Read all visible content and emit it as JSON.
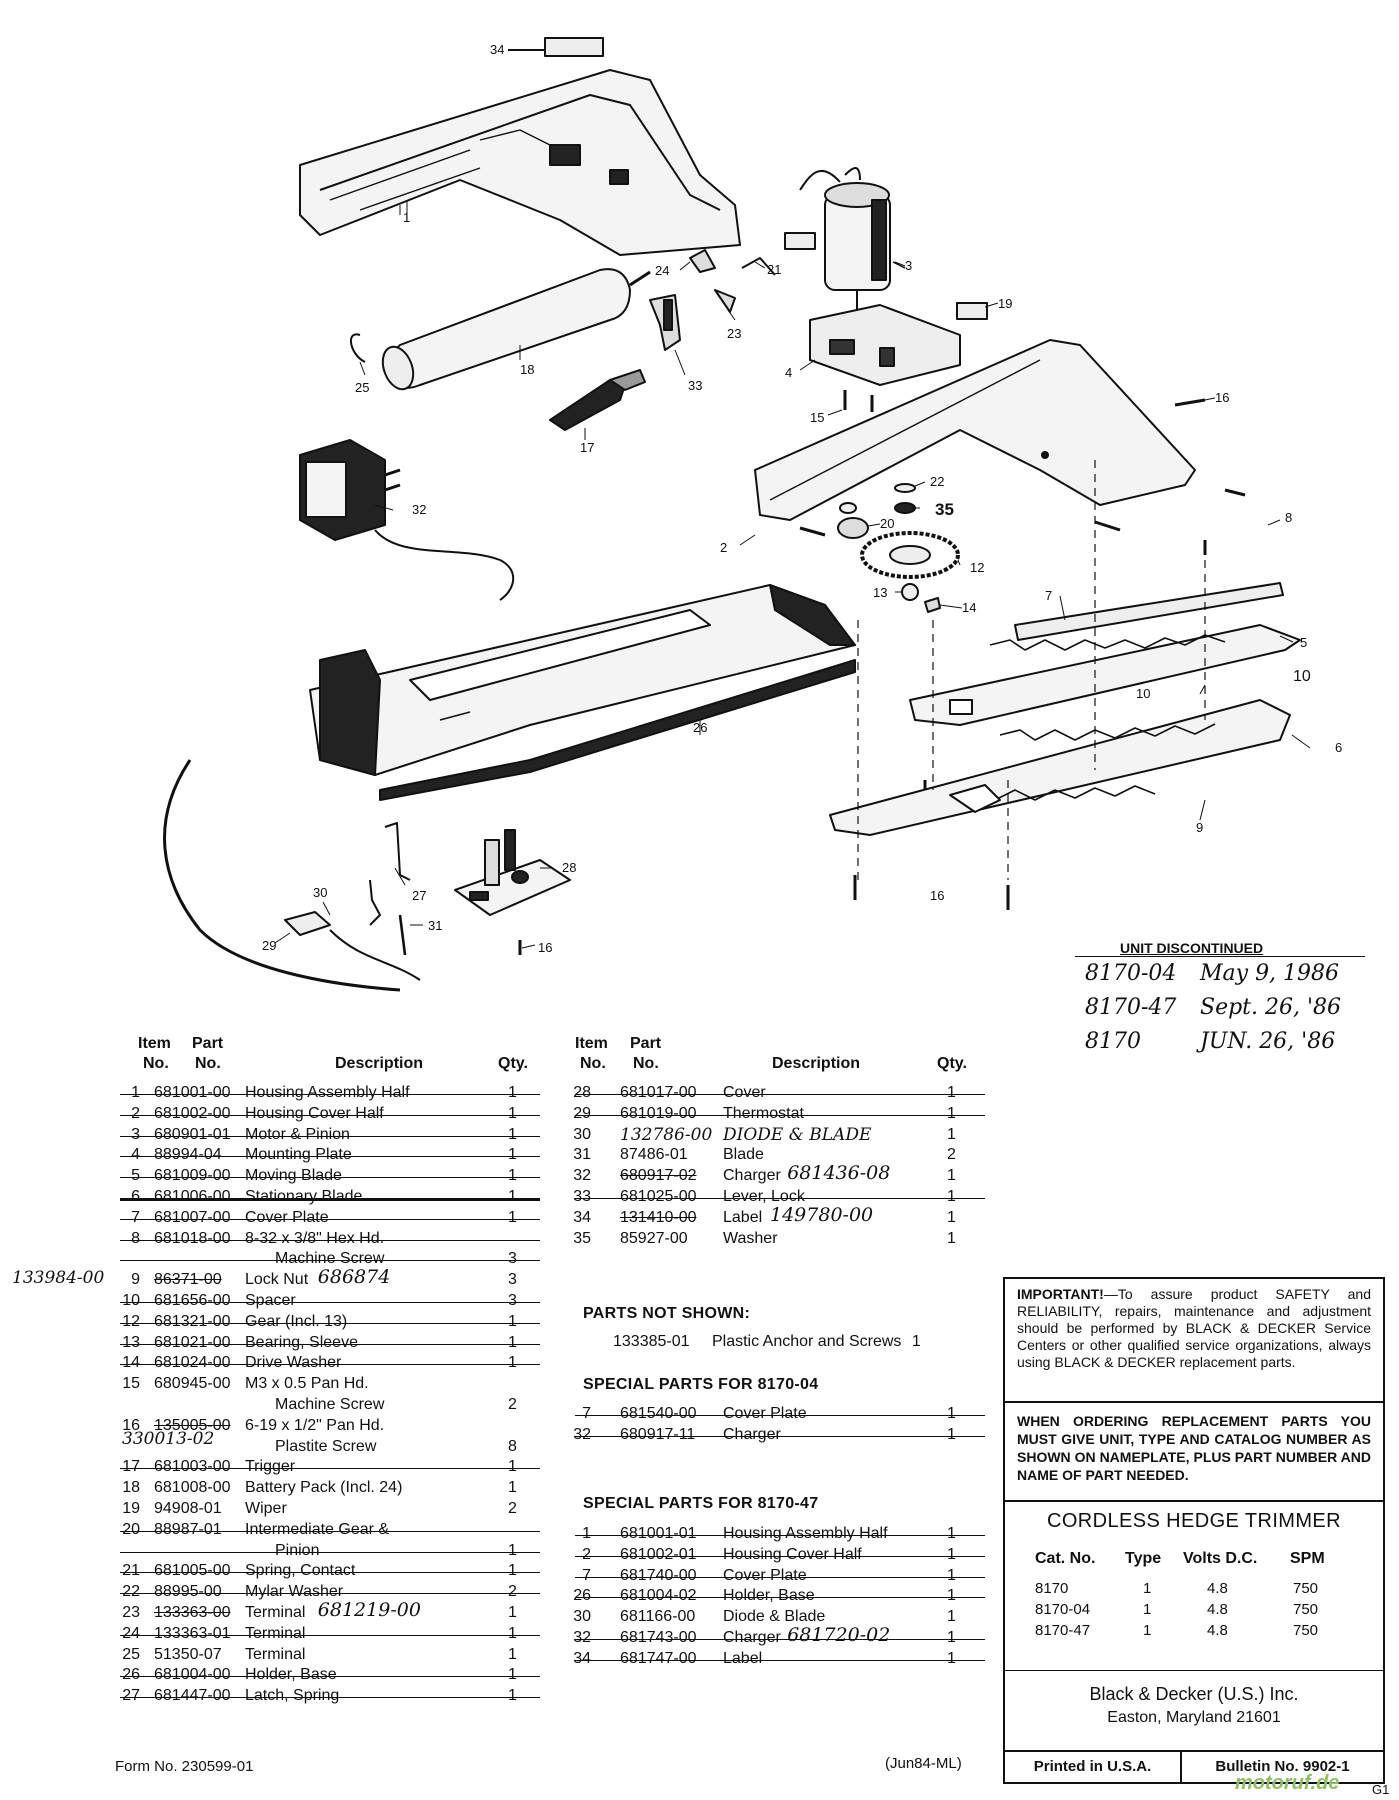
{
  "diagram": {
    "callouts": [
      "34",
      "1",
      "3",
      "19",
      "24",
      "21",
      "23",
      "4",
      "16",
      "25",
      "18",
      "33",
      "15",
      "17",
      "22",
      "35",
      "32",
      "20",
      "2",
      "12",
      "8",
      "13",
      "14",
      "7",
      "5",
      "10",
      "10",
      "6",
      "26",
      "9",
      "28",
      "30",
      "27",
      "31",
      "29",
      "16",
      "16"
    ]
  },
  "discontinued": {
    "title": "UNIT DISCONTINUED",
    "entries": [
      {
        "unit": "8170-04",
        "date": "May 9, 1986"
      },
      {
        "unit": "8170-47",
        "date": "Sept. 26, '86"
      },
      {
        "unit": "8170",
        "date": "JUN. 26, '86"
      }
    ]
  },
  "parts_table": {
    "headers": {
      "item_top": "Item",
      "item_bottom": "No.",
      "part_top": "Part",
      "part_bottom": "No.",
      "description": "Description",
      "qty": "Qty."
    },
    "left_rows": [
      {
        "item": "1",
        "part": "681001-00",
        "desc": "Housing Assembly Half",
        "qty": "1",
        "struck": true
      },
      {
        "item": "2",
        "part": "681002-00",
        "desc": "Housing Cover Half",
        "qty": "1",
        "struck": true
      },
      {
        "item": "3",
        "part": "680901-01",
        "desc": "Motor & Pinion",
        "qty": "1",
        "struck": true
      },
      {
        "item": "4",
        "part": "88994-04",
        "desc": "Mounting Plate",
        "qty": "1",
        "struck": true
      },
      {
        "item": "5",
        "part": "681009-00",
        "desc": "Moving Blade",
        "qty": "1",
        "struck": true
      },
      {
        "item": "6",
        "part": "681006-00",
        "desc": "Stationary Blade",
        "qty": "1",
        "struck": true,
        "thick": true
      },
      {
        "item": "7",
        "part": "681007-00",
        "desc": "Cover Plate",
        "qty": "1",
        "struck": true
      },
      {
        "item": "8",
        "part": "681018-00",
        "desc": "8-32 x 3/8\" Hex Hd.",
        "qty": "",
        "struck": true
      },
      {
        "item": "",
        "part": "",
        "desc": "Machine Screw",
        "qty": "3",
        "struck": true,
        "indent": true
      },
      {
        "item": "9",
        "part": "86371-00",
        "desc": "Lock Nut",
        "qty": "3",
        "struck": false,
        "part_struck": true,
        "hand_left": "133984-00",
        "hand_desc": "686874"
      },
      {
        "item": "10",
        "part": "681656-00",
        "desc": "Spacer",
        "qty": "3",
        "struck": true
      },
      {
        "item": "12",
        "part": "681321-00",
        "desc": "Gear (Incl. 13)",
        "qty": "1",
        "struck": true
      },
      {
        "item": "13",
        "part": "681021-00",
        "desc": "Bearing, Sleeve",
        "qty": "1",
        "struck": true
      },
      {
        "item": "14",
        "part": "681024-00",
        "desc": "Drive Washer",
        "qty": "1",
        "struck": true
      },
      {
        "item": "15",
        "part": "680945-00",
        "desc": "M3 x 0.5 Pan Hd.",
        "qty": "",
        "struck": false
      },
      {
        "item": "",
        "part": "",
        "desc": "Machine Screw",
        "qty": "2",
        "struck": false,
        "indent": true
      },
      {
        "item": "16",
        "part": "135005-00",
        "desc": "6-19 x 1/2\" Pan Hd.",
        "qty": "",
        "struck": false,
        "part_struck": true
      },
      {
        "item": "",
        "part": "",
        "desc": "Plastite Screw",
        "qty": "8",
        "struck": false,
        "indent": true,
        "hand_part": "330013-02"
      },
      {
        "item": "17",
        "part": "681003-00",
        "desc": "Trigger",
        "qty": "1",
        "struck": true
      },
      {
        "item": "18",
        "part": "681008-00",
        "desc": "Battery Pack (Incl. 24)",
        "qty": "1",
        "struck": false
      },
      {
        "item": "19",
        "part": "94908-01",
        "desc": "Wiper",
        "qty": "2",
        "struck": false
      },
      {
        "item": "20",
        "part": "88987-01",
        "desc": "Intermediate Gear &",
        "qty": "",
        "struck": true
      },
      {
        "item": "",
        "part": "",
        "desc": "Pinion",
        "qty": "1",
        "struck": true,
        "indent": true
      },
      {
        "item": "21",
        "part": "681005-00",
        "desc": "Spring, Contact",
        "qty": "1",
        "struck": true
      },
      {
        "item": "22",
        "part": "88995-00",
        "desc": "Mylar  Washer",
        "qty": "2",
        "struck": true
      },
      {
        "item": "23",
        "part": "133363-00",
        "desc": "Terminal",
        "qty": "1",
        "struck": false,
        "part_struck": true,
        "hand_desc": "681219-00"
      },
      {
        "item": "24",
        "part": "133363-01",
        "desc": "Terminal",
        "qty": "1",
        "struck": true
      },
      {
        "item": "25",
        "part": "51350-07",
        "desc": "Terminal",
        "qty": "1",
        "struck": false
      },
      {
        "item": "26",
        "part": "681004-00",
        "desc": "Holder, Base",
        "qty": "1",
        "struck": true
      },
      {
        "item": "27",
        "part": "681447-00",
        "desc": "Latch, Spring",
        "qty": "1",
        "struck": true
      }
    ],
    "right_rows": [
      {
        "item": "28",
        "part": "681017-00",
        "desc": "Cover",
        "qty": "1",
        "struck": true
      },
      {
        "item": "29",
        "part": "681019-00",
        "desc": "Thermostat",
        "qty": "1",
        "struck": true
      },
      {
        "item": "30",
        "part": "132786-00",
        "desc": "DIODE & BLADE",
        "qty": "1",
        "struck": false,
        "handwritten": true
      },
      {
        "item": "31",
        "part": "87486-01",
        "desc": "Blade",
        "qty": "2",
        "struck": false
      },
      {
        "item": "32",
        "part": "680917-02",
        "desc": "Charger",
        "qty": "1",
        "struck": false,
        "part_struck": true,
        "hand_desc": "681436-08"
      },
      {
        "item": "33",
        "part": "681025-00",
        "desc": "Lever, Lock",
        "qty": "1",
        "struck": true
      },
      {
        "item": "34",
        "part": "131410-00",
        "desc": "Label",
        "qty": "1",
        "struck": false,
        "part_struck": true,
        "hand_desc": "149780-00"
      },
      {
        "item": "35",
        "part": "85927-00",
        "desc": "Washer",
        "qty": "1",
        "struck": false
      }
    ]
  },
  "parts_not_shown": {
    "title": "PARTS NOT SHOWN:",
    "rows": [
      {
        "part": "133385-01",
        "desc": "Plastic Anchor and Screws",
        "qty": "1"
      }
    ]
  },
  "special_8170_04": {
    "title": "SPECIAL PARTS FOR 8170-04",
    "rows": [
      {
        "item": "7",
        "part": "681540-00",
        "desc": "Cover Plate",
        "qty": "1",
        "struck": true
      },
      {
        "item": "32",
        "part": "680917-11",
        "desc": "Charger",
        "qty": "1",
        "struck": true
      }
    ]
  },
  "special_8170_47": {
    "title": "SPECIAL PARTS FOR 8170-47",
    "rows": [
      {
        "item": "1",
        "part": "681001-01",
        "desc": "Housing Assembly Half",
        "qty": "1",
        "struck": true
      },
      {
        "item": "2",
        "part": "681002-01",
        "desc": "Housing Cover Half",
        "qty": "1",
        "struck": true
      },
      {
        "item": "7",
        "part": "681740-00",
        "desc": "Cover Plate",
        "qty": "1",
        "struck": true
      },
      {
        "item": "26",
        "part": "681004-02",
        "desc": "Holder, Base",
        "qty": "1",
        "struck": true
      },
      {
        "item": "30",
        "part": "681166-00",
        "desc": "Diode & Blade",
        "qty": "1",
        "struck": false
      },
      {
        "item": "32",
        "part": "681743-00",
        "desc": "Charger",
        "qty": "1",
        "struck": true,
        "hand_desc": "681720-02"
      },
      {
        "item": "34",
        "part": "681747-00",
        "desc": "Label",
        "qty": "1",
        "struck": true
      }
    ]
  },
  "important_box": {
    "lead": "IMPORTANT!",
    "text": "—To assure product SAFETY and RELIABILITY, repairs, maintenance and adjustment should be performed by BLACK & DECKER Service Centers or other qualified service organizations, always using BLACK & DECKER replacement parts."
  },
  "ordering_box": {
    "text": "WHEN ORDERING REPLACEMENT PARTS YOU MUST GIVE UNIT, TYPE AND CATALOG NUMBER AS SHOWN ON NAMEPLATE, PLUS PART NUMBER AND NAME OF PART NEEDED."
  },
  "product_box": {
    "title": "CORDLESS HEDGE TRIMMER",
    "headers": [
      "Cat. No.",
      "Type",
      "Volts D.C.",
      "SPM"
    ],
    "rows": [
      [
        "8170",
        "1",
        "4.8",
        "750"
      ],
      [
        "8170-04",
        "1",
        "4.8",
        "750"
      ],
      [
        "8170-47",
        "1",
        "4.8",
        "750"
      ]
    ],
    "company": "Black & Decker (U.S.) Inc.",
    "address": "Easton, Maryland 21601"
  },
  "footer": {
    "form_no": "Form No. 230599-01",
    "date_code": "(Jun84-ML)",
    "printed": "Printed in U.S.A.",
    "bulletin": "Bulletin No. 9902-1",
    "watermark": "motoruf.de",
    "page": "G1"
  }
}
